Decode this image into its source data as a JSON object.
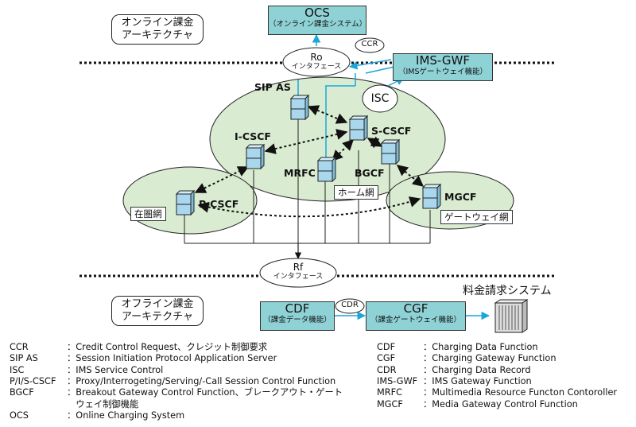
{
  "online_title": [
    "オンライン課金",
    "アーキテクチャ"
  ],
  "offline_title": [
    "オフライン課金",
    "アーキテクチャ"
  ],
  "ocs": {
    "name": "OCS",
    "sub": "（オンライン課金システム）"
  },
  "imsgwf": {
    "name": "IMS-GWF",
    "sub": "（IMSゲートウェイ機能）"
  },
  "ro": {
    "name": "Ro",
    "sub": "インタフェース"
  },
  "rf": {
    "name": "Rf",
    "sub": "インタフェース"
  },
  "ccr": "CCR",
  "cdr": "CDR",
  "isc": "ISC",
  "nodes": {
    "sip_as": "SIP AS",
    "i_cscf": "I-CSCF",
    "s_cscf": "S-CSCF",
    "mrfc": "MRFC",
    "bgcf": "BGCF",
    "p_cscf": "P-CSCF",
    "mgcf": "MGCF"
  },
  "networks": {
    "home": "ホーム網",
    "visited": "在圏網",
    "gateway": "ゲートウェイ網"
  },
  "cdf": {
    "name": "CDF",
    "sub": "（課金データ機能）"
  },
  "cgf": {
    "name": "CGF",
    "sub": "（課金ゲートウェイ機能）"
  },
  "billing": "料金請求システム",
  "legend_left": [
    {
      "abbr": "CCR",
      "desc": "：Credit Control Request、クレジット制御要求"
    },
    {
      "abbr": "SIP AS",
      "desc": "：Session Initiation Protocol Application Server"
    },
    {
      "abbr": "ISC",
      "desc": "：IMS Service Control"
    },
    {
      "abbr": "P/I/S-CSCF",
      "desc": "：Proxy/Interrogeting/Serving/-Call Session Control Function"
    },
    {
      "abbr": "BGCF",
      "desc": "：Breakout Gateway Control Function、ブレークアウト・ゲート"
    },
    {
      "abbr": "",
      "desc": "　ウェイ制御機能"
    },
    {
      "abbr": "OCS",
      "desc": "：Online Charging System"
    }
  ],
  "legend_right": [
    {
      "abbr": "CDF",
      "desc": "：Charging Data Function"
    },
    {
      "abbr": "CGF",
      "desc": "：Charging Gateway Function"
    },
    {
      "abbr": "CDR",
      "desc": "：Charging Data Record"
    },
    {
      "abbr": "IMS-GWF",
      "desc": "：IMS Gateway Function"
    },
    {
      "abbr": "MRFC",
      "desc": "：Multimedia Resource Functon Contoroller"
    },
    {
      "abbr": "MGCF",
      "desc": "：Media Gateway Control Function"
    }
  ],
  "colors": {
    "teal": "#8fd2d6",
    "cube_face": "#a9d8ee",
    "cube_top": "#d7eef8",
    "cloud": "#d9ecd2",
    "arrow_blue": "#1aa6d9"
  }
}
